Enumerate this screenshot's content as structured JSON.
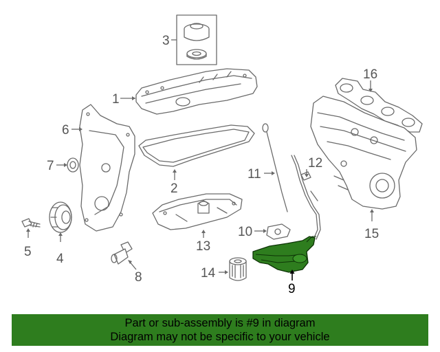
{
  "diagram": {
    "callouts": [
      "1",
      "2",
      "3",
      "4",
      "5",
      "6",
      "7",
      "8",
      "9",
      "10",
      "11",
      "12",
      "13",
      "14",
      "15",
      "16"
    ],
    "highlighted_part": "9",
    "highlight_color": "#2e7d1e"
  },
  "banner": {
    "line1": "Part or sub-assembly is #9 in diagram",
    "line2": "Diagram may not be specific to your vehicle",
    "background": "#2e7d1e"
  }
}
